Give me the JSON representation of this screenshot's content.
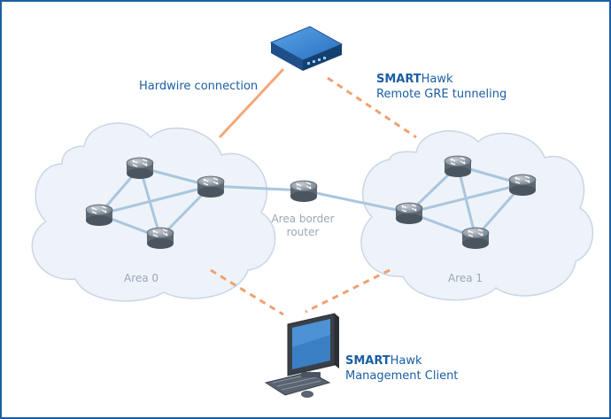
{
  "labels": {
    "hardwire": "Hardwire connection",
    "top_brand_bold": "SMART",
    "top_brand_rest": "Hawk",
    "top_subtitle": "Remote GRE tunneling",
    "area0": "Area 0",
    "area1": "Area 1",
    "abr_line1": "Area border",
    "abr_line2": "router",
    "client_brand_bold": "SMART",
    "client_brand_rest": "Hawk",
    "client_subtitle": "Management Client"
  },
  "icons": {
    "appliance": "network-appliance-icon",
    "router": "router-icon",
    "computer": "computer-workstation-icon"
  },
  "colors": {
    "frame": "#1b5ea3",
    "cloud_fill": "#eef3f9",
    "link": "#a9c6de",
    "hardwire": "#f2a878",
    "tunnel": "#f0a070",
    "text_blue": "#1b5ea3",
    "text_grey": "#9aa7b6"
  }
}
